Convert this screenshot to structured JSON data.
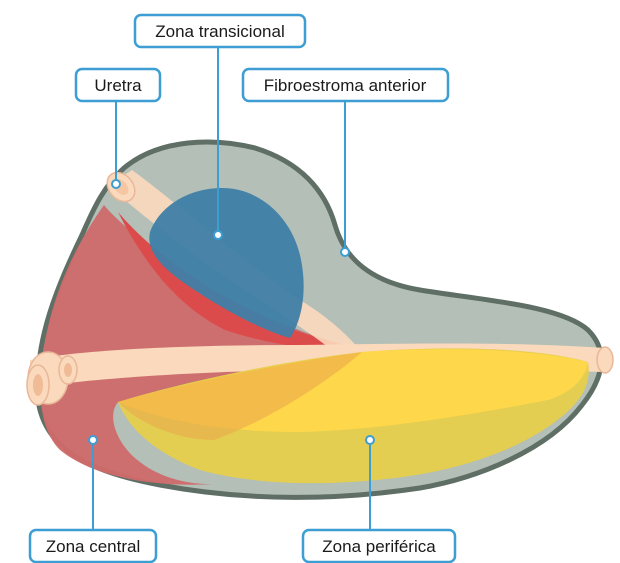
{
  "labels": {
    "transition_zone": "Zona transicional",
    "urethra": "Uretra",
    "anterior_fibromuscular_stroma": "Fibroestroma anterior",
    "central_zone": "Zona central",
    "peripheral_zone": "Zona periférica"
  },
  "colors": {
    "capsule_outline": "#5f6f66",
    "anterior_stroma": "#b3bfb7",
    "central_zone": "#d06a6a",
    "central_zone_dark": "#dc4b4b",
    "transition_zone": "#3f7ea6",
    "peripheral_zone": "#e7cf4b",
    "peripheral_zone_bright": "#ffd84a",
    "urethra": "#fbd9bd",
    "label_border": "#3c9ed3",
    "leader_line": "#3c9ed3"
  }
}
